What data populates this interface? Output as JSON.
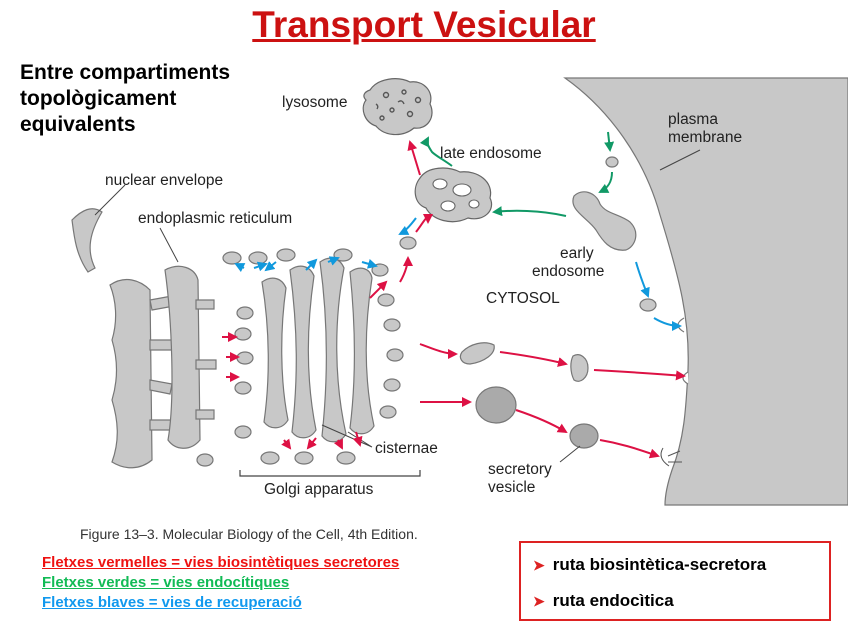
{
  "title": "Transport Vesicular",
  "subtitle": [
    "Entre compartiments",
    "topològicament",
    "equivalents"
  ],
  "labels": {
    "lysosome": "lysosome",
    "late_endosome": "late endosome",
    "plasma_membrane": [
      "plasma",
      "membrane"
    ],
    "nuclear_envelope": "nuclear envelope",
    "endoplasmic_reticulum": "endoplasmic reticulum",
    "early_endosome": [
      "early",
      "endosome"
    ],
    "cytosol": "CYTOSOL",
    "cisternae": "cisternae",
    "secretory_vesicle": [
      "secretory",
      "vesicle"
    ],
    "golgi_apparatus": "Golgi apparatus"
  },
  "caption": "Figure 13–3. Molecular Biology of the Cell, 4th Edition.",
  "legend": {
    "red": "Fletxes vermelles = vies biosintètiques secretores",
    "green": "Fletxes verdes = vies endocítiques",
    "blue": "Fletxes blaves = vies de recuperació"
  },
  "routes": [
    "ruta biosintètica-secretora",
    "ruta endocìtica"
  ],
  "colors": {
    "title": "#cc1111",
    "red_arrow": "#dd1144",
    "green_arrow": "#119966",
    "blue_arrow": "#1199dd",
    "organelle": "#c8c8c8"
  }
}
